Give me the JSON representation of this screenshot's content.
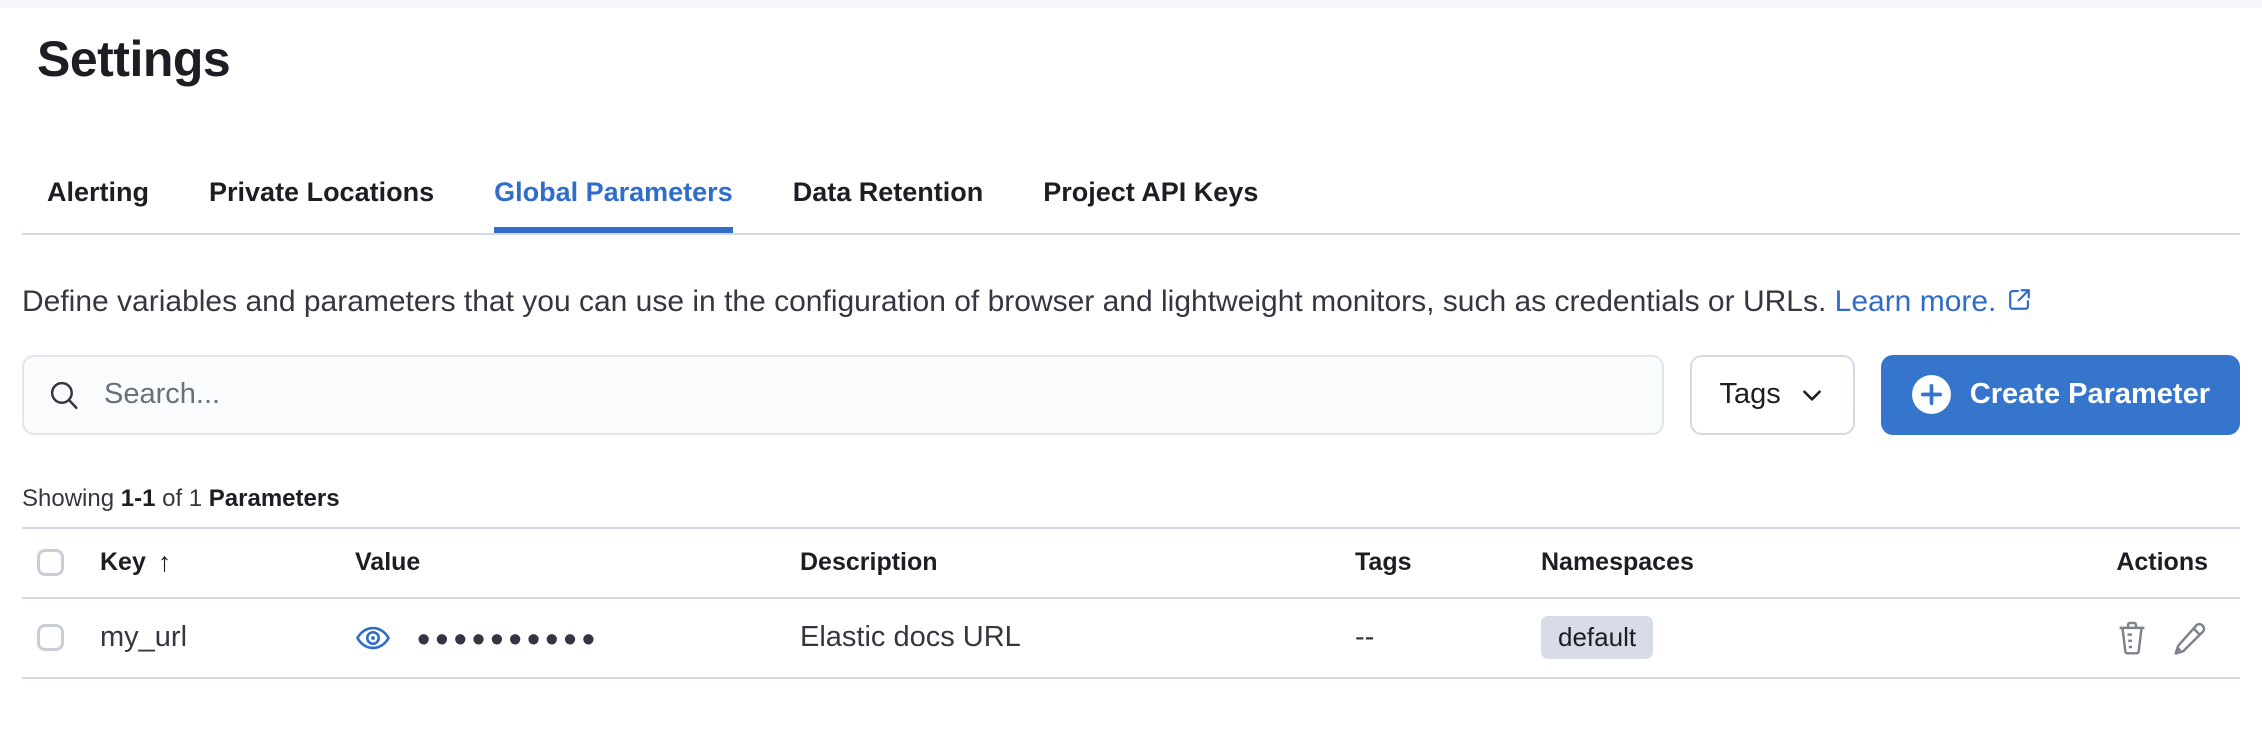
{
  "page": {
    "title": "Settings"
  },
  "tabs": [
    {
      "label": "Alerting",
      "active": false
    },
    {
      "label": "Private Locations",
      "active": false
    },
    {
      "label": "Global Parameters",
      "active": true
    },
    {
      "label": "Data Retention",
      "active": false
    },
    {
      "label": "Project API Keys",
      "active": false
    }
  ],
  "intro": {
    "text": "Define variables and parameters that you can use in the configuration of browser and lightweight monitors, such as credentials or URLs.",
    "link_label": "Learn more."
  },
  "toolbar": {
    "search_placeholder": "Search...",
    "search_value": "",
    "tags_button_label": "Tags",
    "create_button_label": "Create Parameter"
  },
  "summary": {
    "showing_label": "Showing",
    "range": "1-1",
    "of_label": "of 1",
    "entity_label": "Parameters"
  },
  "table": {
    "headers": {
      "key": "Key",
      "value": "Value",
      "description": "Description",
      "tags": "Tags",
      "namespaces": "Namespaces",
      "actions": "Actions"
    },
    "sort": {
      "column": "Key",
      "direction": "ascending"
    },
    "rows": [
      {
        "key": "my_url",
        "masked_value": "••••••••••",
        "description": "Elastic docs URL",
        "tags": "--",
        "namespace_badge": "default"
      }
    ]
  },
  "icons": {
    "search": "magnifier",
    "tags_chevron": "chevron-down",
    "create_plus": "plus-in-circle",
    "external_link": "external-link",
    "sort_arrow": "↑",
    "value_reveal": "eye",
    "delete": "trash",
    "edit": "pencil"
  },
  "colors": {
    "accent_blue": "#2f6dc9",
    "primary_button_blue": "#3575cb",
    "divider_gray": "#d3dae6",
    "badge_background": "#d7dce8",
    "muted_icon_gray": "#7d828c",
    "text_dark": "#1d1e24",
    "text_body": "#343741"
  }
}
